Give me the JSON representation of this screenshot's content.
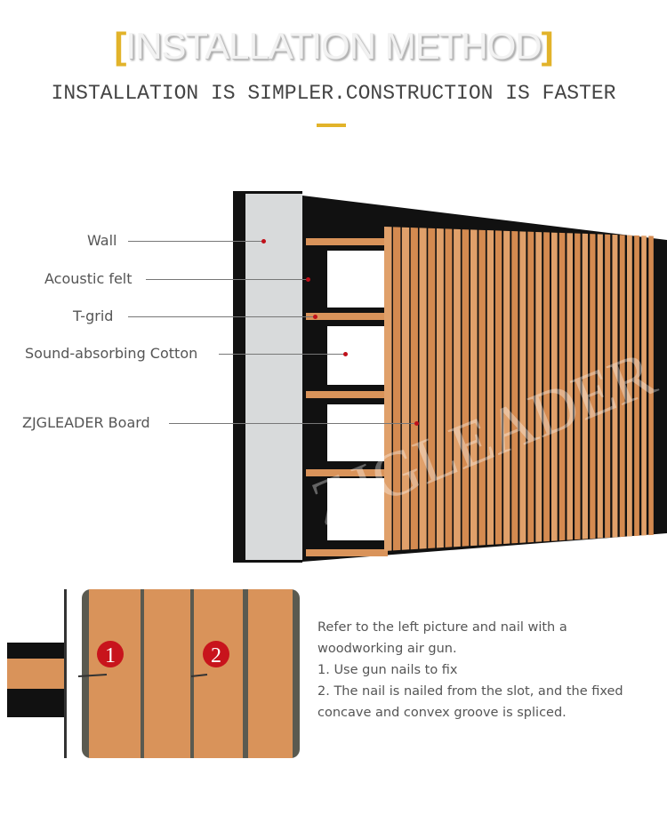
{
  "header": {
    "bracket_left": "[",
    "title": "INSTALLATION METHOD",
    "bracket_right": "]",
    "subtitle": "INSTALLATION IS SIMPLER.CONSTRUCTION IS FASTER"
  },
  "diagram": {
    "labels": [
      "Wall",
      "Acoustic felt",
      "T-grid",
      "Sound-absorbing Cotton",
      "ZJGLEADER Board"
    ],
    "watermark": "ZJGLEADER",
    "colors": {
      "accent": "#e2b32a",
      "wood": "#d9935a",
      "frame": "#111111",
      "wall": "#d8dadb",
      "marker": "#c0101a"
    }
  },
  "detail": {
    "markers": [
      "1",
      "2"
    ],
    "instructions": [
      "Refer to the left picture and nail with a",
      "woodworking air gun.",
      "1. Use gun nails to fix",
      "2. The nail is nailed from the slot, and the fixed",
      "concave and convex groove is spliced."
    ]
  }
}
